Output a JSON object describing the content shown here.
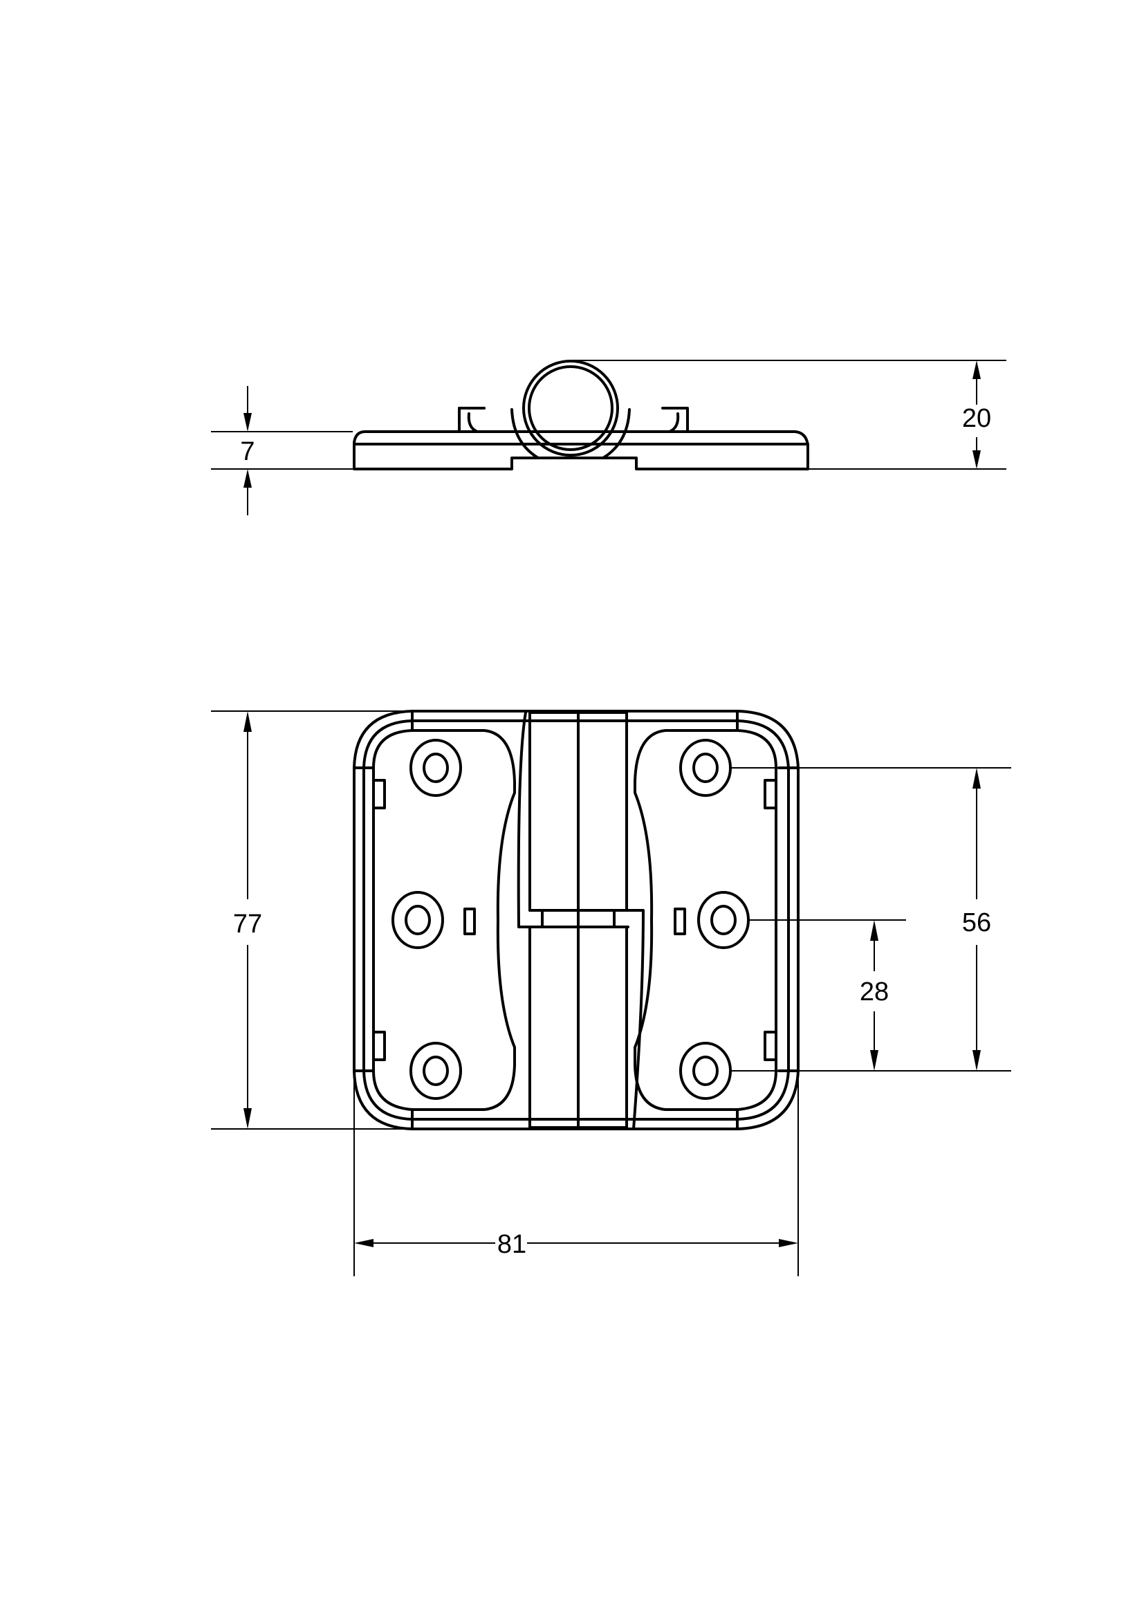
{
  "drawing": {
    "subject": "lift-off hinge, side and front views",
    "background": "#ffffff",
    "line_color": "#000000"
  },
  "side_view": {
    "dimensions": {
      "overall_height": "20",
      "plate_thickness": "7"
    }
  },
  "front_view": {
    "dimensions": {
      "overall_height": "77",
      "overall_width": "81",
      "hole_pitch_outer": "56",
      "hole_pitch_center": "28"
    },
    "holes_per_leaf": 3,
    "leaves": 2
  }
}
